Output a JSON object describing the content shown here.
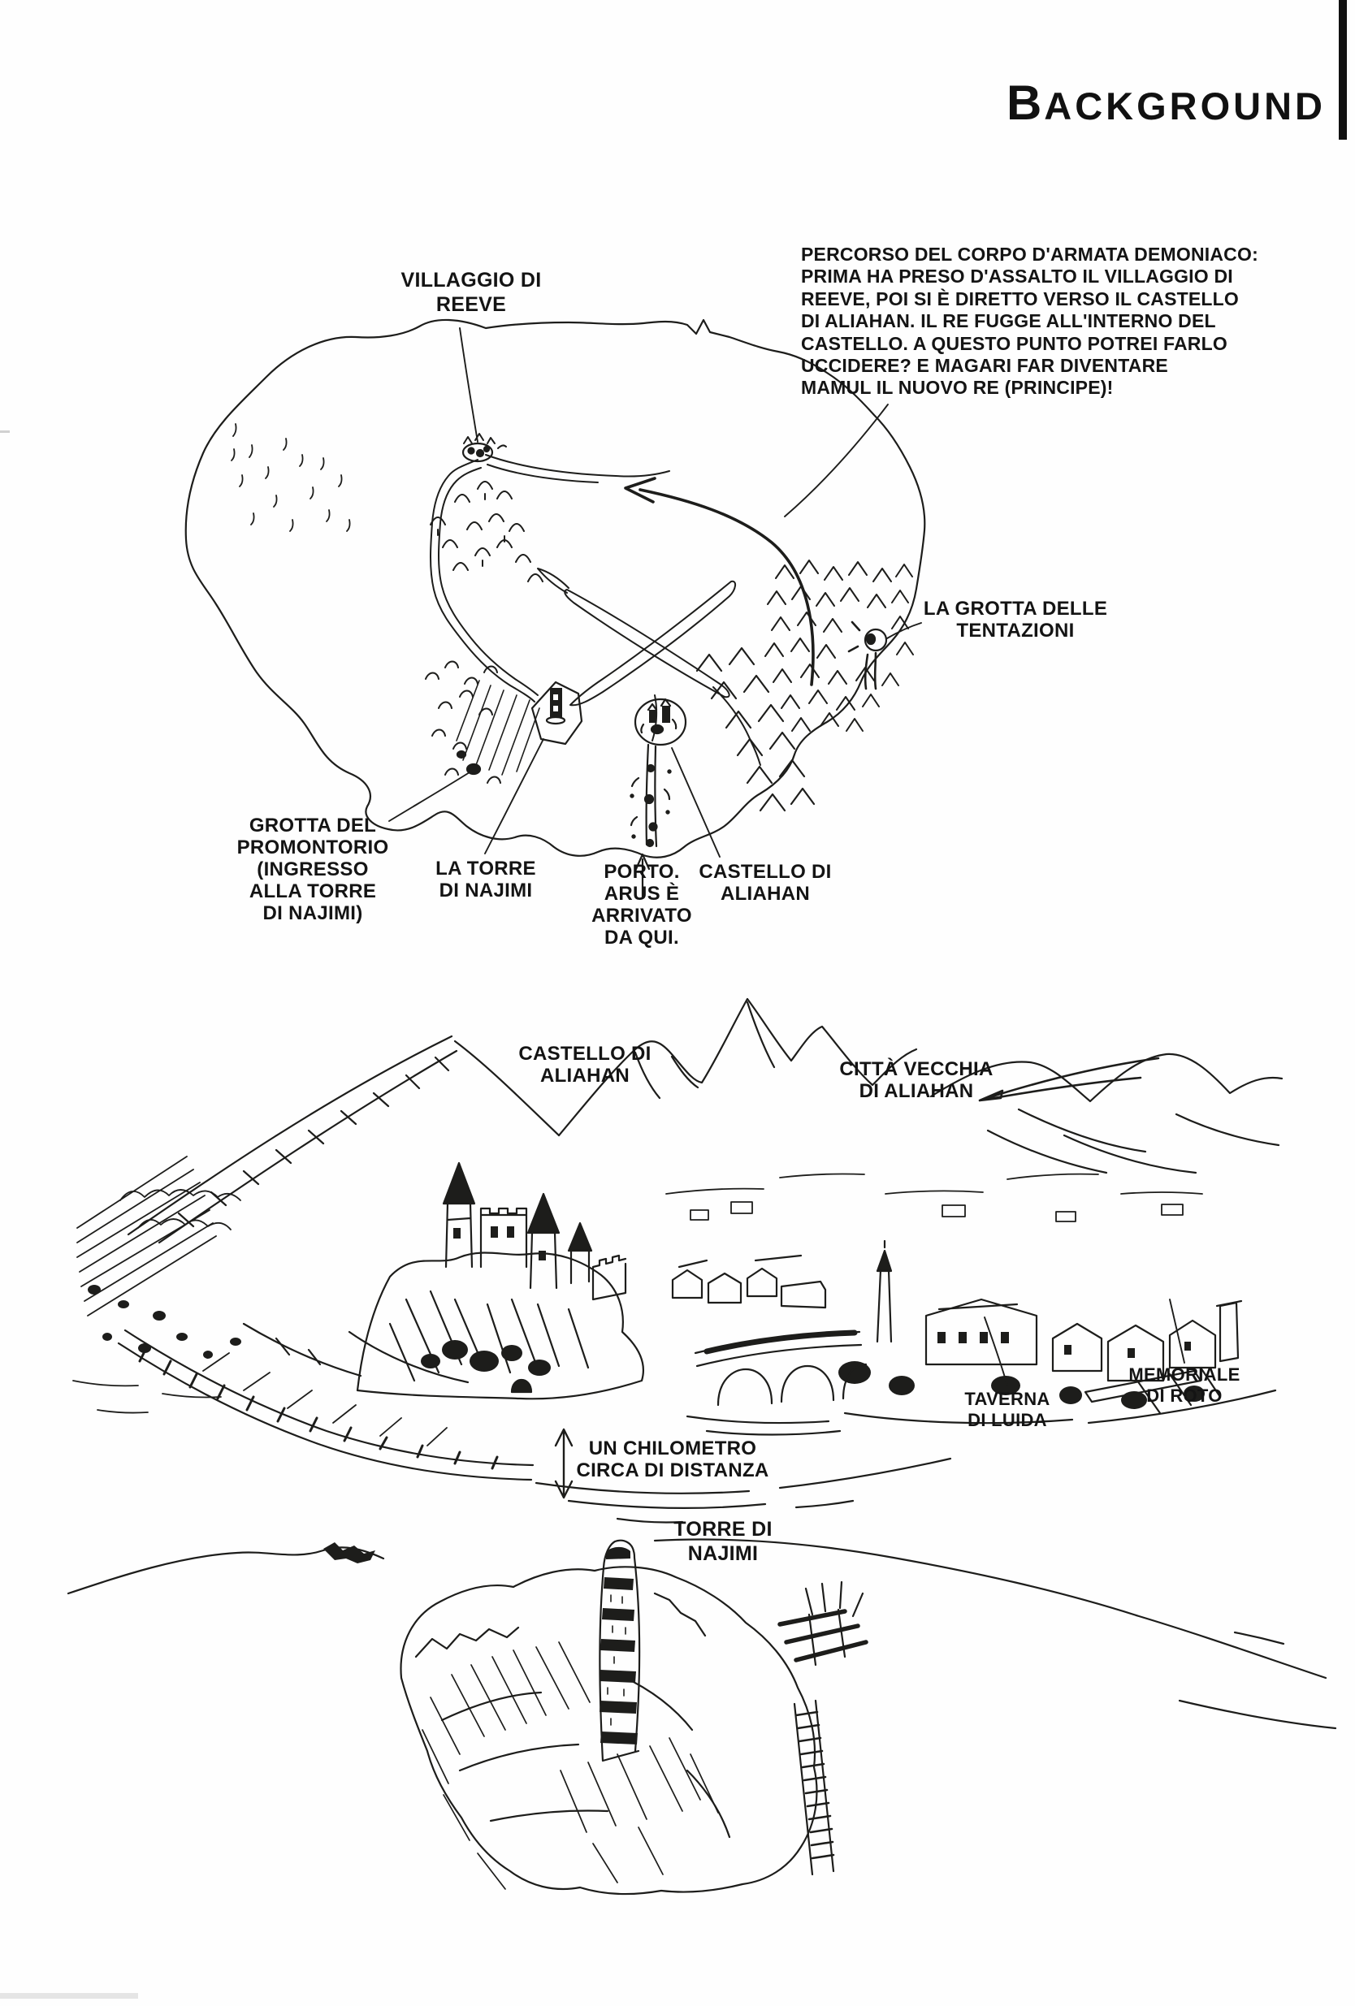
{
  "header": {
    "title_initial": "B",
    "title_rest": "ACKGROUND"
  },
  "overview_map": {
    "note": "PERCORSO DEL CORPO D'ARMATA DEMONIACO:\nPRIMA HA PRESO D'ASSALTO IL VILLAGGIO DI\nREEVE, POI SI È DIRETTO VERSO IL CASTELLO\nDI ALIAHAN. IL RE FUGGE ALL'INTERNO DEL\nCASTELLO. A QUESTO PUNTO POTREI FARLO\nUCCIDERE? E MAGARI FAR DIVENTARE\nMAMUL IL NUOVO RE (PRINCIPE)!",
    "labels": {
      "villaggio_reeve": "VILLAGGIO DI\nREEVE",
      "grotta_tentazioni": "LA GROTTA DELLE\nTENTAZIONI",
      "grotta_promontorio": "GROTTA DEL\nPROMONTORIO\n(INGRESSO\nALLA TORRE\nDI NAJIMI)",
      "torre_najimi": "LA TORRE\nDI NAJIMI",
      "porto": "PORTO.\nARUS È\nARRIVATO\nDA QUI.",
      "castello_aliahan": "CASTELLO DI\nALIAHAN"
    },
    "icons": {
      "demon_army_route": "curved-arrow-left",
      "porto_pointer": "up-arrow",
      "village_marker": "hamlet-sketch",
      "tower_marker": "tower-in-hexagon",
      "castle_marker": "circled-castle",
      "cave_marker": "circled-cave"
    }
  },
  "panorama": {
    "labels": {
      "castello_aliahan": "CASTELLO DI\nALIAHAN",
      "citta_vecchia": "CITTÀ VECCHIA\nDI ALIAHAN",
      "taverna_luida": "TAVERNA\nDI LUIDA",
      "memoriale_roto": "MEMORIALE\nDI ROTO"
    },
    "distance_note": "UN CHILOMETRO\nCIRCA DI DISTANZA",
    "icons": {
      "distance": "double-vertical-arrow"
    }
  },
  "island_view": {
    "labels": {
      "torre_najimi": "TORRE DI\nNAJIMI"
    }
  },
  "colors": {
    "ink": "#1d1d1b",
    "paper": "#fefefe"
  }
}
